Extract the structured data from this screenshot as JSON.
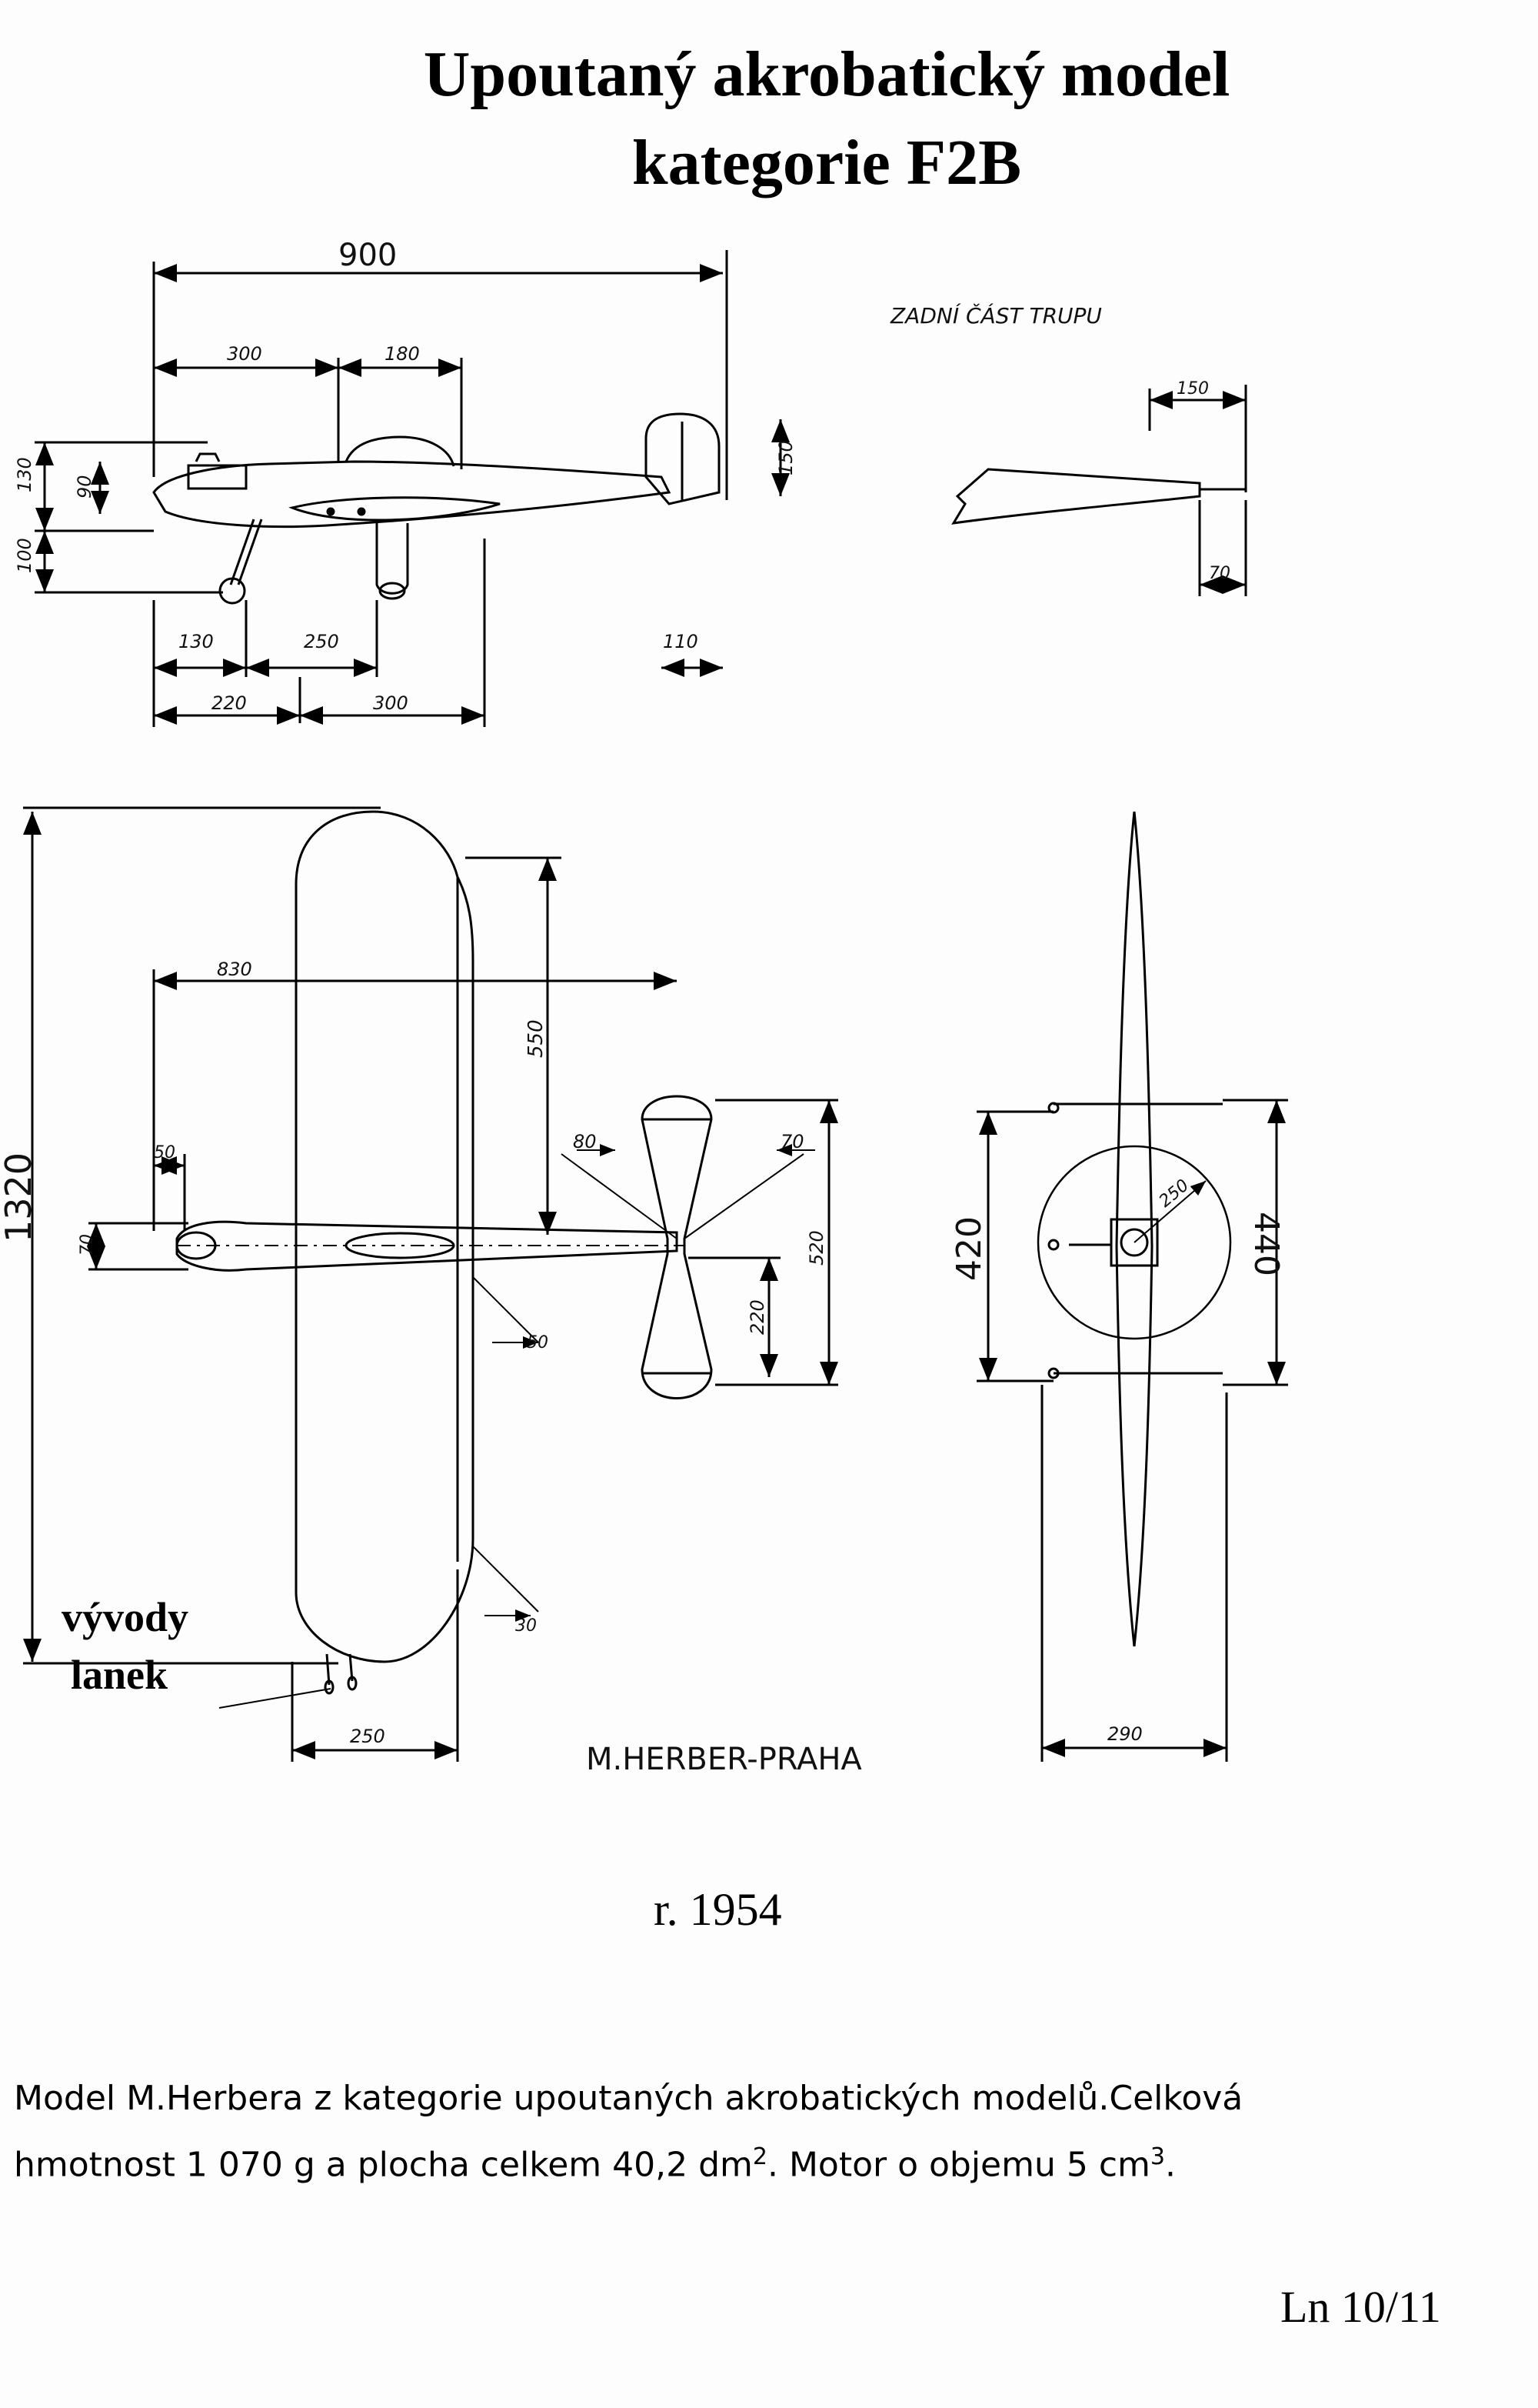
{
  "title": {
    "line1": "Upoutaný akrobatický model",
    "line2": "kategorie  F2B"
  },
  "side_view": {
    "rear_fuselage_label": "ZADNÍ ČÁST TRUPU",
    "dims": {
      "total_length": "900",
      "d300_top": "300",
      "d180": "180",
      "d130_left": "130",
      "d90": "90",
      "d100": "100",
      "d150_tail": "150",
      "d130_bottom": "130",
      "d250": "250",
      "d110": "110",
      "d220": "220",
      "d300_bottom": "300",
      "d150_rear": "150",
      "d70_rear": "70"
    }
  },
  "top_view": {
    "dims": {
      "span": "1320",
      "d830": "830",
      "d550": "550",
      "d50_nose": "50",
      "d70_nose": "70",
      "d80": "80",
      "d70_tail": "70",
      "d520": "520",
      "d220_tail": "220",
      "d50_flap": "50",
      "d30": "30",
      "d250_tip": "250"
    },
    "lines_label": [
      "vývody",
      "lanek"
    ],
    "designer": "M.HERBER-PRAHA"
  },
  "front_view": {
    "dims": {
      "d420": "420",
      "d440": "440",
      "d250_prop": "250",
      "d290": "290"
    }
  },
  "year": "r. 1954",
  "caption": {
    "line1": "Model M.Herbera z kategorie upoutaných akrobatických modelů.Celková",
    "line2_a": "hmotnost 1 070 g a plocha celkem 40,2 dm",
    "sup2": "2",
    "line2_b": ". Motor o objemu 5 cm",
    "sup3": "3",
    "line2_c": "."
  },
  "page_number": "Ln 10/11"
}
